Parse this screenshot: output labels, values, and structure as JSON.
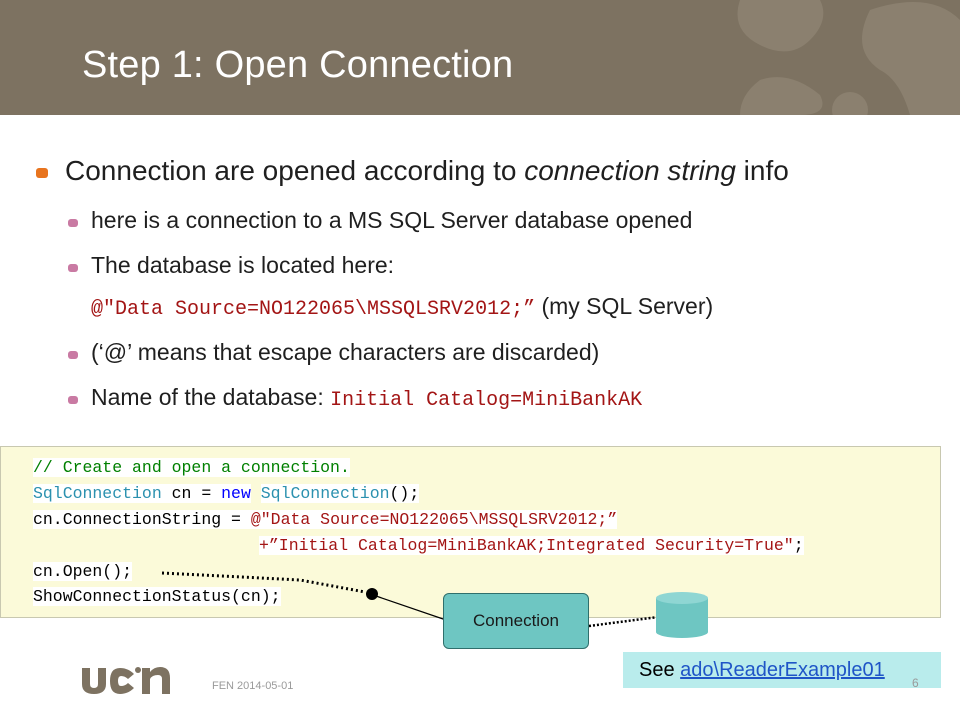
{
  "slide": {
    "title": "Step 1:  Open Connection"
  },
  "bullets": {
    "main": {
      "pre": "Connection are opened according to ",
      "em": "connection string",
      "post": " info"
    },
    "sub1": "here is a connection to a MS SQL Server database opened",
    "sub2_line1": "The database is located here:",
    "sub2_code": "@\"Data Source=NO122065\\MSSQLSRV2012;”",
    "sub2_tail": " (my SQL Server)",
    "sub3": "(‘@’ means that escape characters are discarded)",
    "sub4_pre": "Name of the database: ",
    "sub4_code": "Initial Catalog=MiniBankAK"
  },
  "code": {
    "l1": "// Create and open a connection.",
    "l2_type1": "SqlConnection",
    "l2_var": " cn ",
    "l2_eq": "= ",
    "l2_new": "new",
    "l2_sp": " ",
    "l2_type2": "SqlConnection",
    "l2_end": "();",
    "l3_pre": "cn.ConnectionString ",
    "l3_eq": "= ",
    "l3_str": "@\"Data Source=NO122065\\MSSQLSRV2012;”",
    "l4_str": "+”Initial Catalog=MiniBankAK;Integrated Security=True\"",
    "l4_end": ";",
    "l5": "cn.Open();",
    "l6": "ShowConnectionStatus(cn);"
  },
  "diagram": {
    "connection_label": "Connection"
  },
  "see": {
    "prefix": "See ",
    "link": "ado\\ReaderExample01"
  },
  "footer": {
    "date": "FEN 2014-05-01",
    "page": "6"
  },
  "colors": {
    "header": "#7d7261",
    "bullet_main": "#e8741e",
    "bullet_sub": "#c97aa3",
    "code_bg": "#fbfad9",
    "connection_box": "#6ec6c2",
    "see_box": "#b9ecec"
  }
}
